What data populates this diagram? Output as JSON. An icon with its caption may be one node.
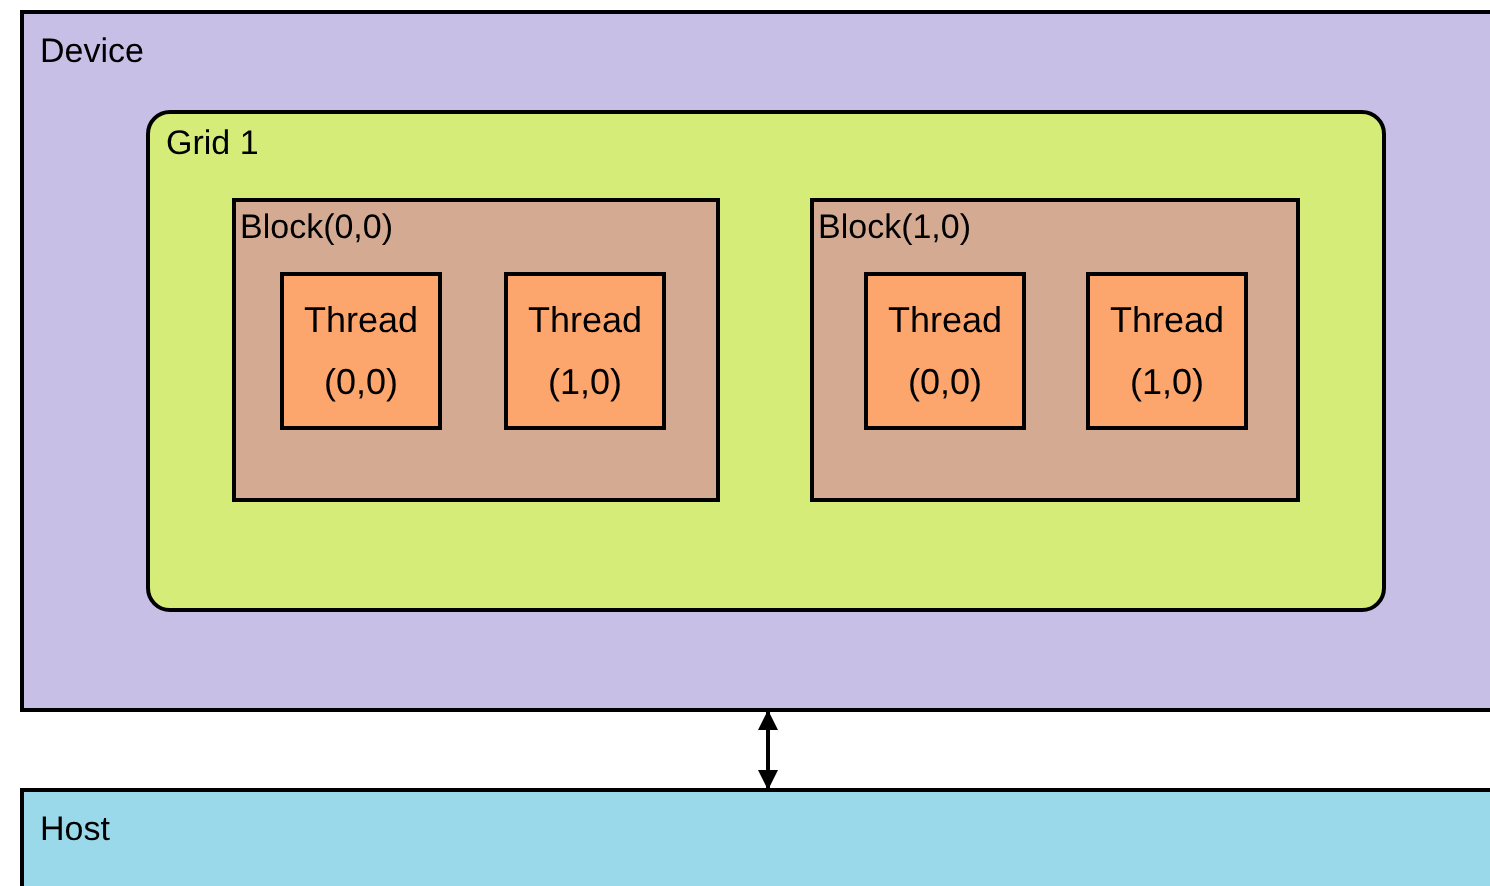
{
  "diagram": {
    "nodes": [
      {
        "text": [
          "Device"
        ]
      },
      {
        "text": [
          "Grid 1"
        ],
        "in": 0
      },
      {
        "text": [
          "Block(0,0)"
        ],
        "in": 1
      },
      {
        "text": [
          "Thread (0,0)"
        ],
        "in": 2
      },
      {
        "text": [
          "Thread (1,0)"
        ],
        "in": 2
      },
      {
        "text": [
          "Block(1,0)"
        ],
        "in": 1
      },
      {
        "text": [
          "Thread (0,0)"
        ],
        "in": 5
      },
      {
        "text": [
          "Thread (1,0)"
        ],
        "in": 5
      },
      {
        "text": [
          "Host"
        ]
      }
    ],
    "edges": [
      {
        "from": 0,
        "to": 8,
        "arrow": "both"
      }
    ]
  }
}
